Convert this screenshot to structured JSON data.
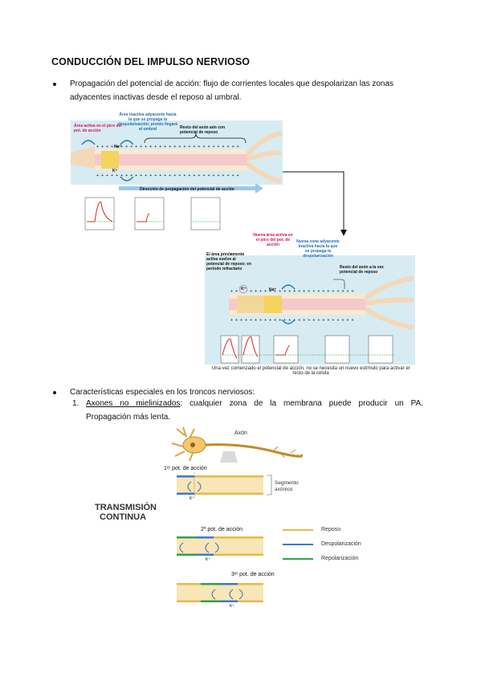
{
  "heading": "CONDUCCIÓN DEL IMPULSO NERVIOSO",
  "bullet1": {
    "line1": "Propagación del potencial de acción: flujo de corrientes locales que despolarizan las zonas",
    "line2": "adyacentes inactivas desde el reposo al umbral."
  },
  "fig1": {
    "label_red": "Área activa en el pico del pot. de acción",
    "label_blue": "Área inactiva adyacente hacia la que se propaga la despolarización; pronto llegará al umbral",
    "label_black": "Resto del axón aún con potencial de reposo",
    "direction": "Dirección de propagación del potencial de acción",
    "na": "Na⁺",
    "k": "K⁺"
  },
  "fig2": {
    "label_a": "El área previamente activa vuelve al potencial de reposo; en período refractario",
    "label_b": "Nueva área activa en el pico del pot. de acción",
    "label_c": "Nueva zona adyacente inactiva hacia la que se propaga la despolarización",
    "label_d": "Resto del axón a la vez potencial de reposo",
    "caption_line1": "Una vez comenzado el potencial de acción, no se necesita un nuevo estímulo para activar el",
    "caption_line2": "resto de la célula",
    "na": "Na⁺",
    "k": "K⁺"
  },
  "bullet2": "Características especiales en los troncos nerviosos:",
  "item1": {
    "number": "1.",
    "term": "Axones no mielinizados",
    "rest": ": cualquier zona de la membrana puede producir un PA.",
    "line2": "Propagación más lenta."
  },
  "fig3": {
    "axon": "Axón",
    "pot1": "1ᵉʳ pot. de acción",
    "pot2": "2º pot. de acción",
    "pot3": "3ᵉʳ pot. de acción",
    "segment": "Segmento axónico",
    "title_line1": "TRANSMISIÓN",
    "title_line2": "CONTINUA",
    "legend": [
      {
        "label": "Reposo",
        "color": "#e8b84a"
      },
      {
        "label": "Despolarización",
        "color": "#3b7bc6"
      },
      {
        "label": "Repolarización",
        "color": "#2fa24a"
      }
    ],
    "k": "K⁺"
  }
}
